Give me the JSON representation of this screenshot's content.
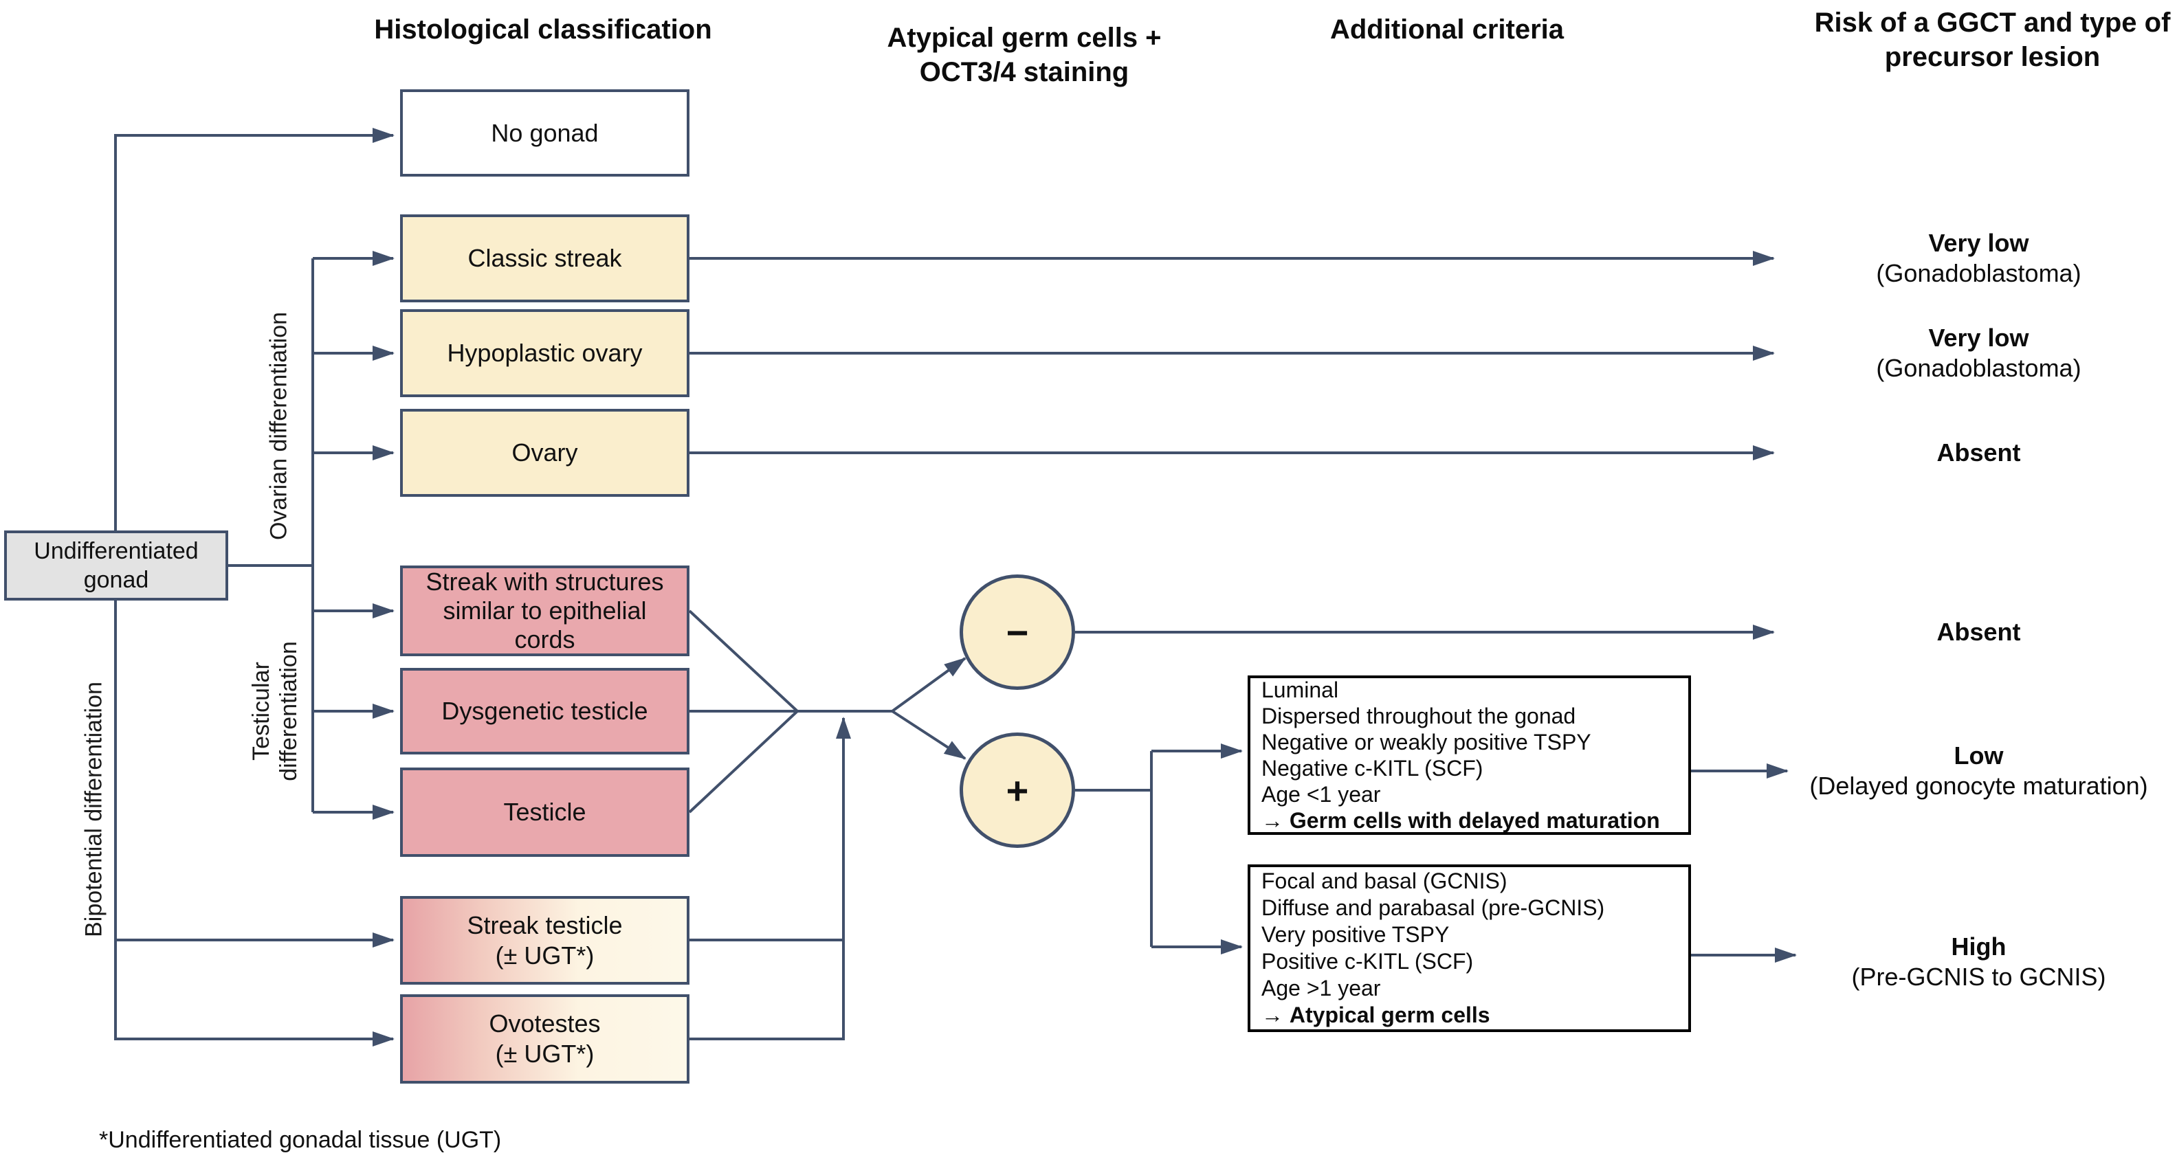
{
  "headers": {
    "histology": "Histological classification",
    "staining": "Atypical germ cells + OCT3/4 staining",
    "criteria": "Additional criteria",
    "risk": "Risk of a GGCT and type of precursor lesion"
  },
  "root": {
    "label": "Undifferentiated gonad"
  },
  "branches": {
    "ovarian": "Ovarian differentiation",
    "testicular": "Testicular differentiation",
    "bipotential": "Bipotential differentiation"
  },
  "nodes": {
    "no_gonad": "No gonad",
    "classic_streak": "Classic streak",
    "hypoplastic_ovary": "Hypoplastic ovary",
    "ovary": "Ovary",
    "streak_structures": "Streak with structures similar to epithelial cords",
    "dysgenetic_testicle": "Dysgenetic testicle",
    "testicle": "Testicle",
    "streak_testicle": {
      "line1": "Streak testicle",
      "line2": "(± UGT*)"
    },
    "ovotestes": {
      "line1": "Ovotestes",
      "line2": "(± UGT*)"
    }
  },
  "staining": {
    "negative": "−",
    "positive": "+"
  },
  "criteria": {
    "negative": {
      "lines": [
        "Luminal",
        "Dispersed throughout the gonad",
        "Negative or weakly positive TSPY",
        "Negative c-KITL (SCF)",
        "Age <1 year"
      ],
      "arrow": "→",
      "conclusion": "Germ cells with delayed maturation"
    },
    "positive": {
      "lines": [
        "Focal and basal (GCNIS)",
        "Diffuse and parabasal (pre-GCNIS)",
        "Very positive TSPY",
        "Positive c-KITL (SCF)",
        "Age >1 year"
      ],
      "arrow": "→",
      "conclusion": "Atypical germ cells"
    }
  },
  "outcomes": [
    {
      "risk": "Very low",
      "detail": "(Gonadoblastoma)"
    },
    {
      "risk": "Very low",
      "detail": "(Gonadoblastoma)"
    },
    {
      "risk": "Absent",
      "detail": ""
    },
    {
      "risk": "Absent",
      "detail": ""
    },
    {
      "risk": "Low",
      "detail": "(Delayed gonocyte maturation)"
    },
    {
      "risk": "High",
      "detail": "(Pre-GCNIS to GCNIS)"
    }
  ],
  "footnote": "*Undifferentiated gonadal tissue (UGT)",
  "colors": {
    "line": "#41506b",
    "cream": "#faeecd",
    "pink": "#e9a8ad",
    "gradient_start": "#e7a3a6",
    "gray": "#e3e3e3",
    "criteria_border": "#000000"
  }
}
